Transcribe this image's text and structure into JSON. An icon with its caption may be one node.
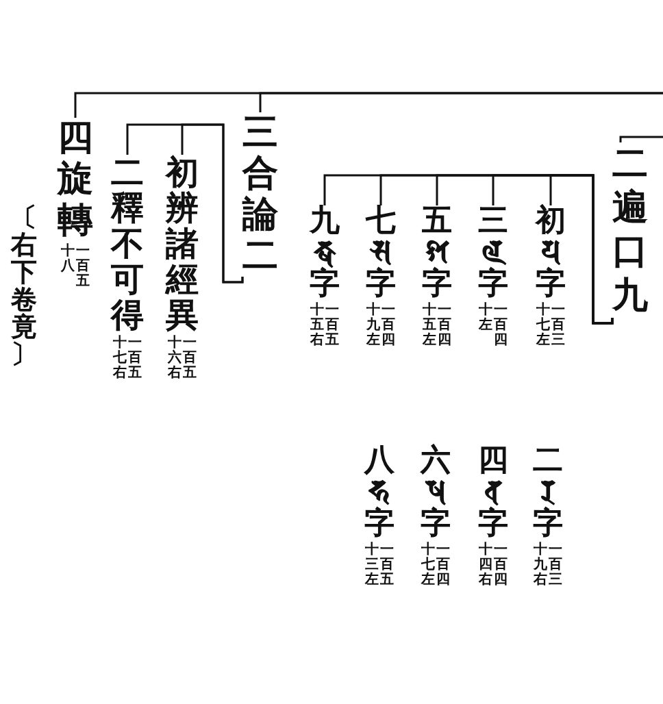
{
  "diagram": {
    "nodes": [
      {
        "text": [
          "二遍口九"
        ]
      },
      {
        "text": [
          "初𑖧字"
        ],
        "beside": [
          "一百三十七左"
        ]
      },
      {
        "text": [
          "三𑖩字"
        ],
        "beside": [
          "一百四十左"
        ]
      },
      {
        "text": [
          "五𑖫字"
        ],
        "beside": [
          "一百四十五左"
        ]
      },
      {
        "text": [
          "七𑖭字"
        ],
        "beside": [
          "一百四十九左"
        ]
      },
      {
        "text": [
          "九𑖎𑖿𑖬字"
        ],
        "beside": [
          "一百五十五右"
        ]
      },
      {
        "text": [
          "二𑖨字"
        ],
        "beside": [
          "一百三十九右"
        ]
      },
      {
        "text": [
          "四𑖪字"
        ],
        "beside": [
          "一百四十四右"
        ]
      },
      {
        "text": [
          "六𑖬字"
        ],
        "beside": [
          "一百四十七左"
        ]
      },
      {
        "text": [
          "八𑖮字"
        ],
        "beside": [
          "一百五十三左"
        ]
      },
      {
        "text": [
          "三合論二"
        ]
      },
      {
        "text": [
          "初辨諸經異"
        ],
        "beside": [
          "一百五十六右"
        ]
      },
      {
        "text": [
          "二釋不可得"
        ],
        "beside": [
          "一百五十七右"
        ]
      },
      {
        "text": [
          "四旋轉"
        ],
        "beside": [
          "一百五十八"
        ]
      }
    ],
    "edges": [
      {
        "from": null,
        "to": 0,
        "arrow": "none"
      },
      {
        "from": 0,
        "to": 1,
        "arrow": "none"
      },
      {
        "from": 0,
        "to": 2,
        "arrow": "none"
      },
      {
        "from": 0,
        "to": 3,
        "arrow": "none"
      },
      {
        "from": 0,
        "to": 4,
        "arrow": "none"
      },
      {
        "from": 0,
        "to": 5,
        "arrow": "none"
      },
      {
        "from": 10,
        "to": 11,
        "arrow": "none"
      },
      {
        "from": 10,
        "to": 12,
        "arrow": "none"
      },
      {
        "from": null,
        "to": 13,
        "arrow": "none"
      },
      {
        "from": null,
        "to": 10,
        "arrow": "none"
      }
    ],
    "labels": [
      "〔右下卷竟〕"
    ]
  }
}
